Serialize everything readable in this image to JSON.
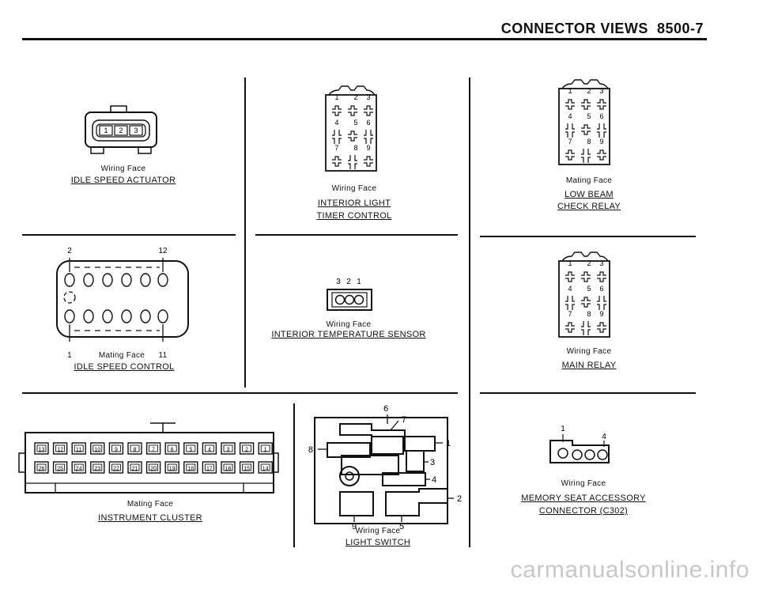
{
  "header": {
    "title": "CONNECTOR VIEWS",
    "page": "8500-7"
  },
  "idle_speed_actuator": {
    "face": "Wiring Face",
    "name": "IDLE SPEED ACTUATOR",
    "pins": [
      "1",
      "2",
      "3"
    ]
  },
  "interior_light_timer": {
    "face": "Wiring Face",
    "name1": "INTERIOR LIGHT",
    "name2": "TIMER CONTROL",
    "pins": [
      "1",
      "2",
      "3",
      "4",
      "5",
      "6",
      "7",
      "8",
      "9"
    ]
  },
  "low_beam_relay": {
    "face": "Mating Face",
    "name1": "LOW BEAM",
    "name2": "CHECK RELAY",
    "pins": [
      "1",
      "2",
      "3",
      "4",
      "5",
      "6",
      "7",
      "8",
      "9"
    ]
  },
  "idle_speed_control": {
    "face": "Mating Face",
    "name": "IDLE SPEED CONTROL",
    "pin_tl": "2",
    "pin_tr": "12",
    "pin_bl": "1",
    "pin_br": "11"
  },
  "interior_temp_sensor": {
    "face": "Wiring Face",
    "name": "INTERIOR TEMPERATURE SENSOR",
    "pins": [
      "3",
      "2",
      "1"
    ]
  },
  "main_relay": {
    "face": "Wiring Face",
    "name": "MAIN RELAY",
    "pins": [
      "1",
      "2",
      "3",
      "4",
      "5",
      "6",
      "7",
      "8",
      "9"
    ]
  },
  "instrument_cluster": {
    "face": "Mating Face",
    "name": "INSTRUMENT CLUSTER",
    "top_row": [
      "13",
      "12",
      "11",
      "10",
      "9",
      "8",
      "7",
      "6",
      "5",
      "4",
      "3",
      "2",
      "1"
    ],
    "bottom_row": [
      "26",
      "25",
      "24",
      "23",
      "22",
      "21",
      "20",
      "19",
      "18",
      "17",
      "16",
      "15",
      "14"
    ]
  },
  "light_switch": {
    "face": "Wiring Face",
    "name": "LIGHT SWITCH",
    "pins": [
      "1",
      "2",
      "3",
      "4",
      "5",
      "6",
      "7",
      "8",
      "9"
    ]
  },
  "memory_seat": {
    "face": "Wiring Face",
    "name1": "MEMORY SEAT ACCESSORY",
    "name2": "CONNECTOR (C302)",
    "pins": [
      "1",
      "4"
    ]
  },
  "watermark": "carmanualsonline.info"
}
